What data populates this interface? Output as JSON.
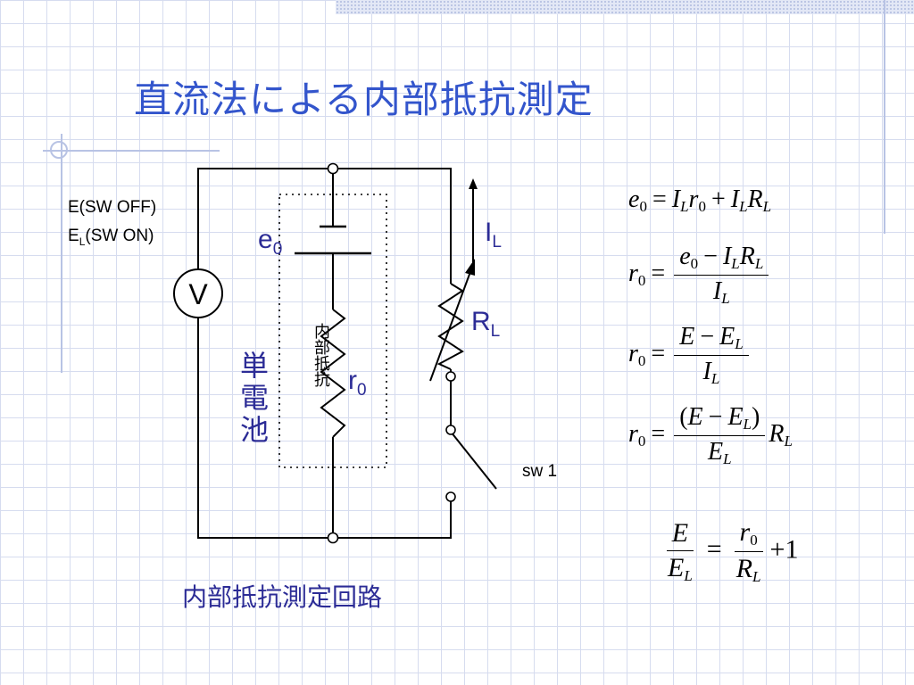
{
  "title": "直流法による内部抵抗測定",
  "caption": "内部抵抗測定回路",
  "labels": {
    "voltmeter": "V",
    "e0_main": "e",
    "e0_sub": "0",
    "r0_main": "r",
    "r0_sub": "0",
    "il_main": "I",
    "il_sub": "L",
    "rl_main": "R",
    "rl_sub": "L",
    "sw": "sw 1",
    "e_off": "E(SW OFF)",
    "el_main": "E",
    "el_sub": "L",
    "el_rest": "(SW ON)",
    "battery_vertical": "単電池",
    "internal_vertical": "内部抵抗"
  },
  "equations": {
    "eq1": {
      "e": "e",
      "zero": "0",
      "eq": "=",
      "I": "I",
      "L": "L",
      "r": "r",
      "plus": "+",
      "R": "R"
    },
    "eq2": {
      "r": "r",
      "zero": "0",
      "eq": "=",
      "e": "e",
      "minus": "−",
      "I": "I",
      "L": "L",
      "R": "R"
    },
    "eq3": {
      "r": "r",
      "zero": "0",
      "eq": "=",
      "E": "E",
      "minus": "−",
      "I": "I",
      "L": "L"
    },
    "eq4": {
      "r": "r",
      "zero": "0",
      "eq": "=",
      "lp": "(",
      "rp": ")",
      "E": "E",
      "minus": "−",
      "L": "L",
      "R": "R"
    },
    "eq5": {
      "E": "E",
      "L": "L",
      "eq": "=",
      "r": "r",
      "zero": "0",
      "R": "R",
      "plus": "+",
      "one": "1"
    }
  },
  "colors": {
    "title": "#3355cc",
    "label_blue": "#2c2c96",
    "wire": "#000000",
    "grid": "#d6dcef"
  }
}
